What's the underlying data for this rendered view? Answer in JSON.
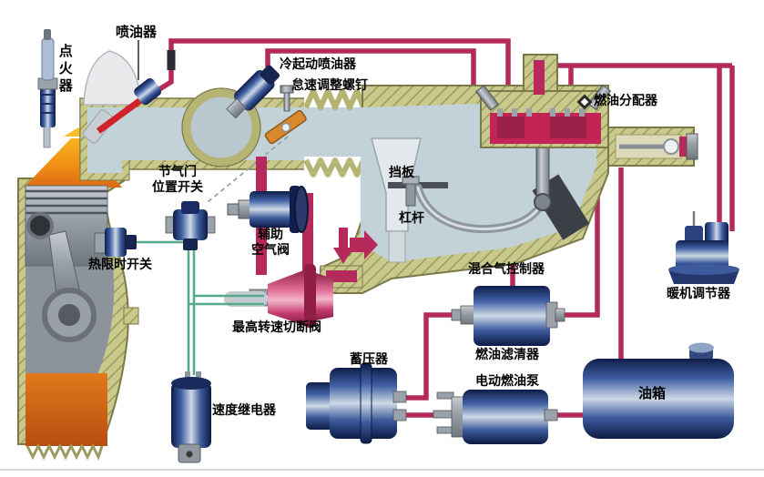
{
  "diagram": {
    "labels": {
      "ignition": "点火器",
      "injector": "喷油器",
      "cold_start_injector": "冷起动喷油器",
      "idle_adjust_screw": "怠速调整螺钉",
      "fuel_distributor": "燃油分配器",
      "baffle_plate": "挡板",
      "lever": "杠杆",
      "throttle_position_switch_line1": "节气门",
      "throttle_position_switch_line2": "位置开关",
      "thermal_time_switch": "热限时开关",
      "auxiliary_air_valve_line1": "辅助",
      "auxiliary_air_valve_line2": "空气阀",
      "max_speed_cutoff_valve": "最高转速切断阀",
      "mixture_controller": "混合气控制器",
      "fuel_filter": "燃油滤清器",
      "electric_fuel_pump": "电动燃油泵",
      "accumulator": "蓄压器",
      "speed_relay": "速度继电器",
      "warm_up_regulator": "暖机调节器",
      "fuel_tank": "油箱"
    },
    "colors": {
      "fuel_line": "#b5295b",
      "bright_fuel_line": "#cf2127",
      "wire_green": "#55ab8c",
      "casing_olive": "#c9c98c",
      "casing_olive_dark": "#9b9a60",
      "duct_interior": "#c3d1d9",
      "component_navy": "#0f1e4a",
      "component_highlight": "#cdd9e6",
      "valve_pink": "#e06a93",
      "combustion_orange": "#ef8c15",
      "sump_orange": "#d9641c",
      "background": "#ffffff"
    }
  }
}
